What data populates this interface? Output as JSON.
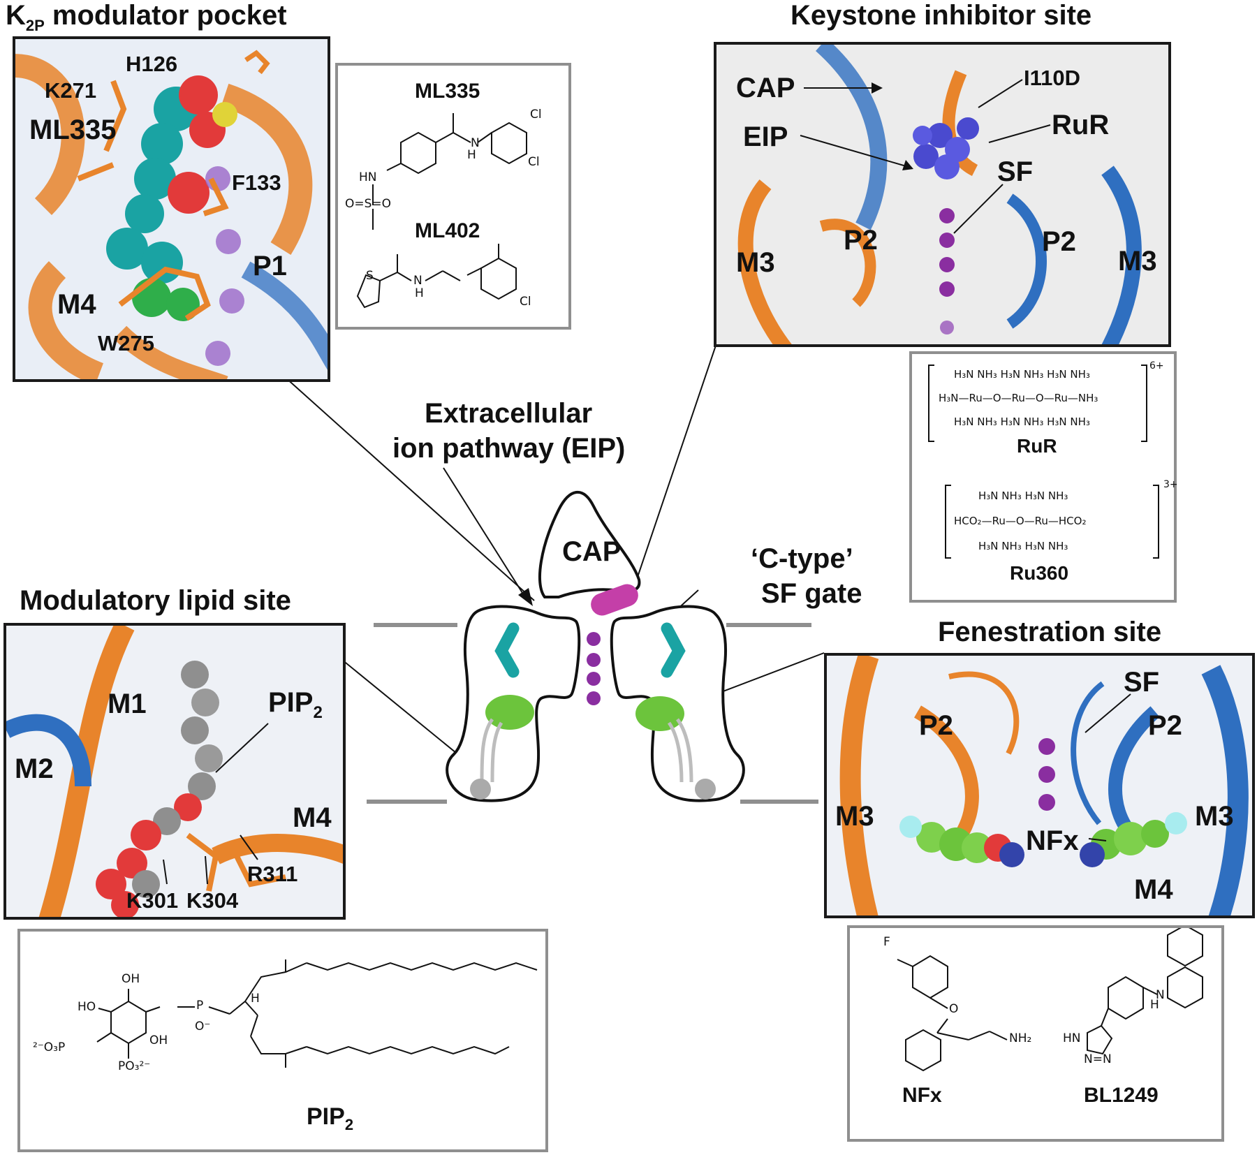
{
  "titles": {
    "k2p_prefix": "K",
    "k2p_sub": "2P",
    "k2p_rest": " modulator pocket",
    "keystone": "Keystone inhibitor site",
    "lipid": "Modulatory lipid site",
    "fenestration": "Fenestration site"
  },
  "center": {
    "eip_line1": "Extracellular",
    "eip_line2": "ion pathway (EIP)",
    "cap": "CAP",
    "ctype_line1": "‘C-type’",
    "ctype_line2": "SF gate"
  },
  "panel_k2p": {
    "labels": [
      "H126",
      "K271",
      "ML335",
      "F133",
      "P1",
      "M4",
      "W275"
    ]
  },
  "panel_keystone": {
    "labels": [
      "CAP",
      "EIP",
      "I110D",
      "RuR",
      "SF",
      "P2",
      "P2",
      "M3",
      "M3"
    ]
  },
  "panel_lipid": {
    "labels": [
      "M1",
      "M2",
      "M4",
      "K301",
      "K304",
      "R311"
    ],
    "pip_main": "PIP",
    "pip_sub": "2"
  },
  "panel_fen": {
    "labels": [
      "SF",
      "P2",
      "P2",
      "M3",
      "M3",
      "NFx",
      "M4"
    ]
  },
  "compounds": {
    "ml335": "ML335",
    "ml402": "ML402",
    "rur": "RuR",
    "ru360": "Ru360",
    "nfx": "NFx",
    "bl1249": "BL1249",
    "pip_main": "PIP",
    "pip_sub": "2"
  },
  "chem_text": {
    "ml335_h": "H",
    "ml335_n": "N",
    "ml335_cl1": "Cl",
    "ml335_cl2": "Cl",
    "ml335_hn": "HN",
    "ml335_so2": "O=S=O",
    "ml402_h": "H",
    "ml402_n": "N",
    "ml402_s": "S",
    "ml402_cl": "Cl",
    "rur_charge": "6+",
    "rur_row1": "H₃N   NH₃ H₃N   NH₃ H₃N   NH₃",
    "rur_row2": "H₃N—Ru—O—Ru—O—Ru—NH₃",
    "rur_row3": "H₃N   NH₃ H₃N   NH₃ H₃N   NH₃",
    "ru360_charge": "3+",
    "ru360_row1": "H₃N   NH₃ H₃N   NH₃",
    "ru360_row2": "HCO₂—Ru—O—Ru—HCO₂",
    "ru360_row3": "H₃N   NH₃ H₃N   NH₃",
    "nfx_f": "F",
    "nfx_o": "O",
    "nfx_nh2": "NH₂",
    "bl_h": "H",
    "bl_n": "N",
    "bl_hn": "HN",
    "bl_nn": "N=N",
    "pip_oh1": "OH",
    "pip_ho": "HO",
    "pip_oh2": "OH",
    "pip_o3p": "²⁻O₃P",
    "pip_po3": "PO₃²⁻",
    "pip_p": "P",
    "pip_o_minus": "O⁻",
    "pip_h": "H"
  },
  "colors": {
    "orange": "#e8842b",
    "blue": "#2f6fc0",
    "teal": "#1aa3a3",
    "magenta": "#c43fa8",
    "purple": "#8a2ea0",
    "green": "#6cc43c",
    "gray_line": "#8f8f8f"
  }
}
